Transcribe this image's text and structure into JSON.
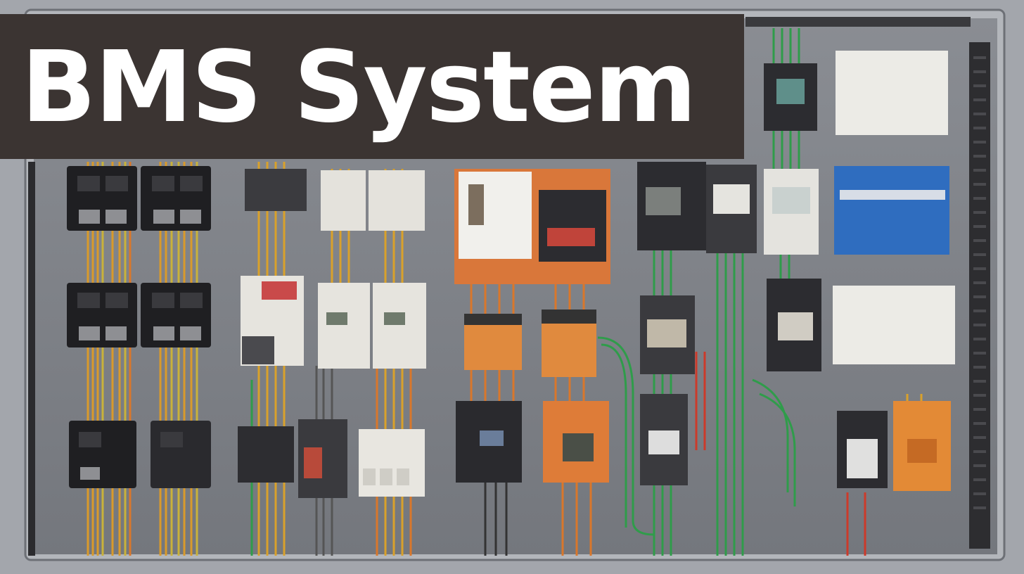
{
  "title": "BMS System",
  "colors": {
    "banner": "#3b3432",
    "panel": "#7f8288",
    "frame": "#a9acb2",
    "title_text": "#ffffff"
  },
  "icons": [
    "circuit-breaker",
    "relay",
    "energy-meter",
    "terminal-block",
    "cable-duct",
    "wire-bundle"
  ]
}
